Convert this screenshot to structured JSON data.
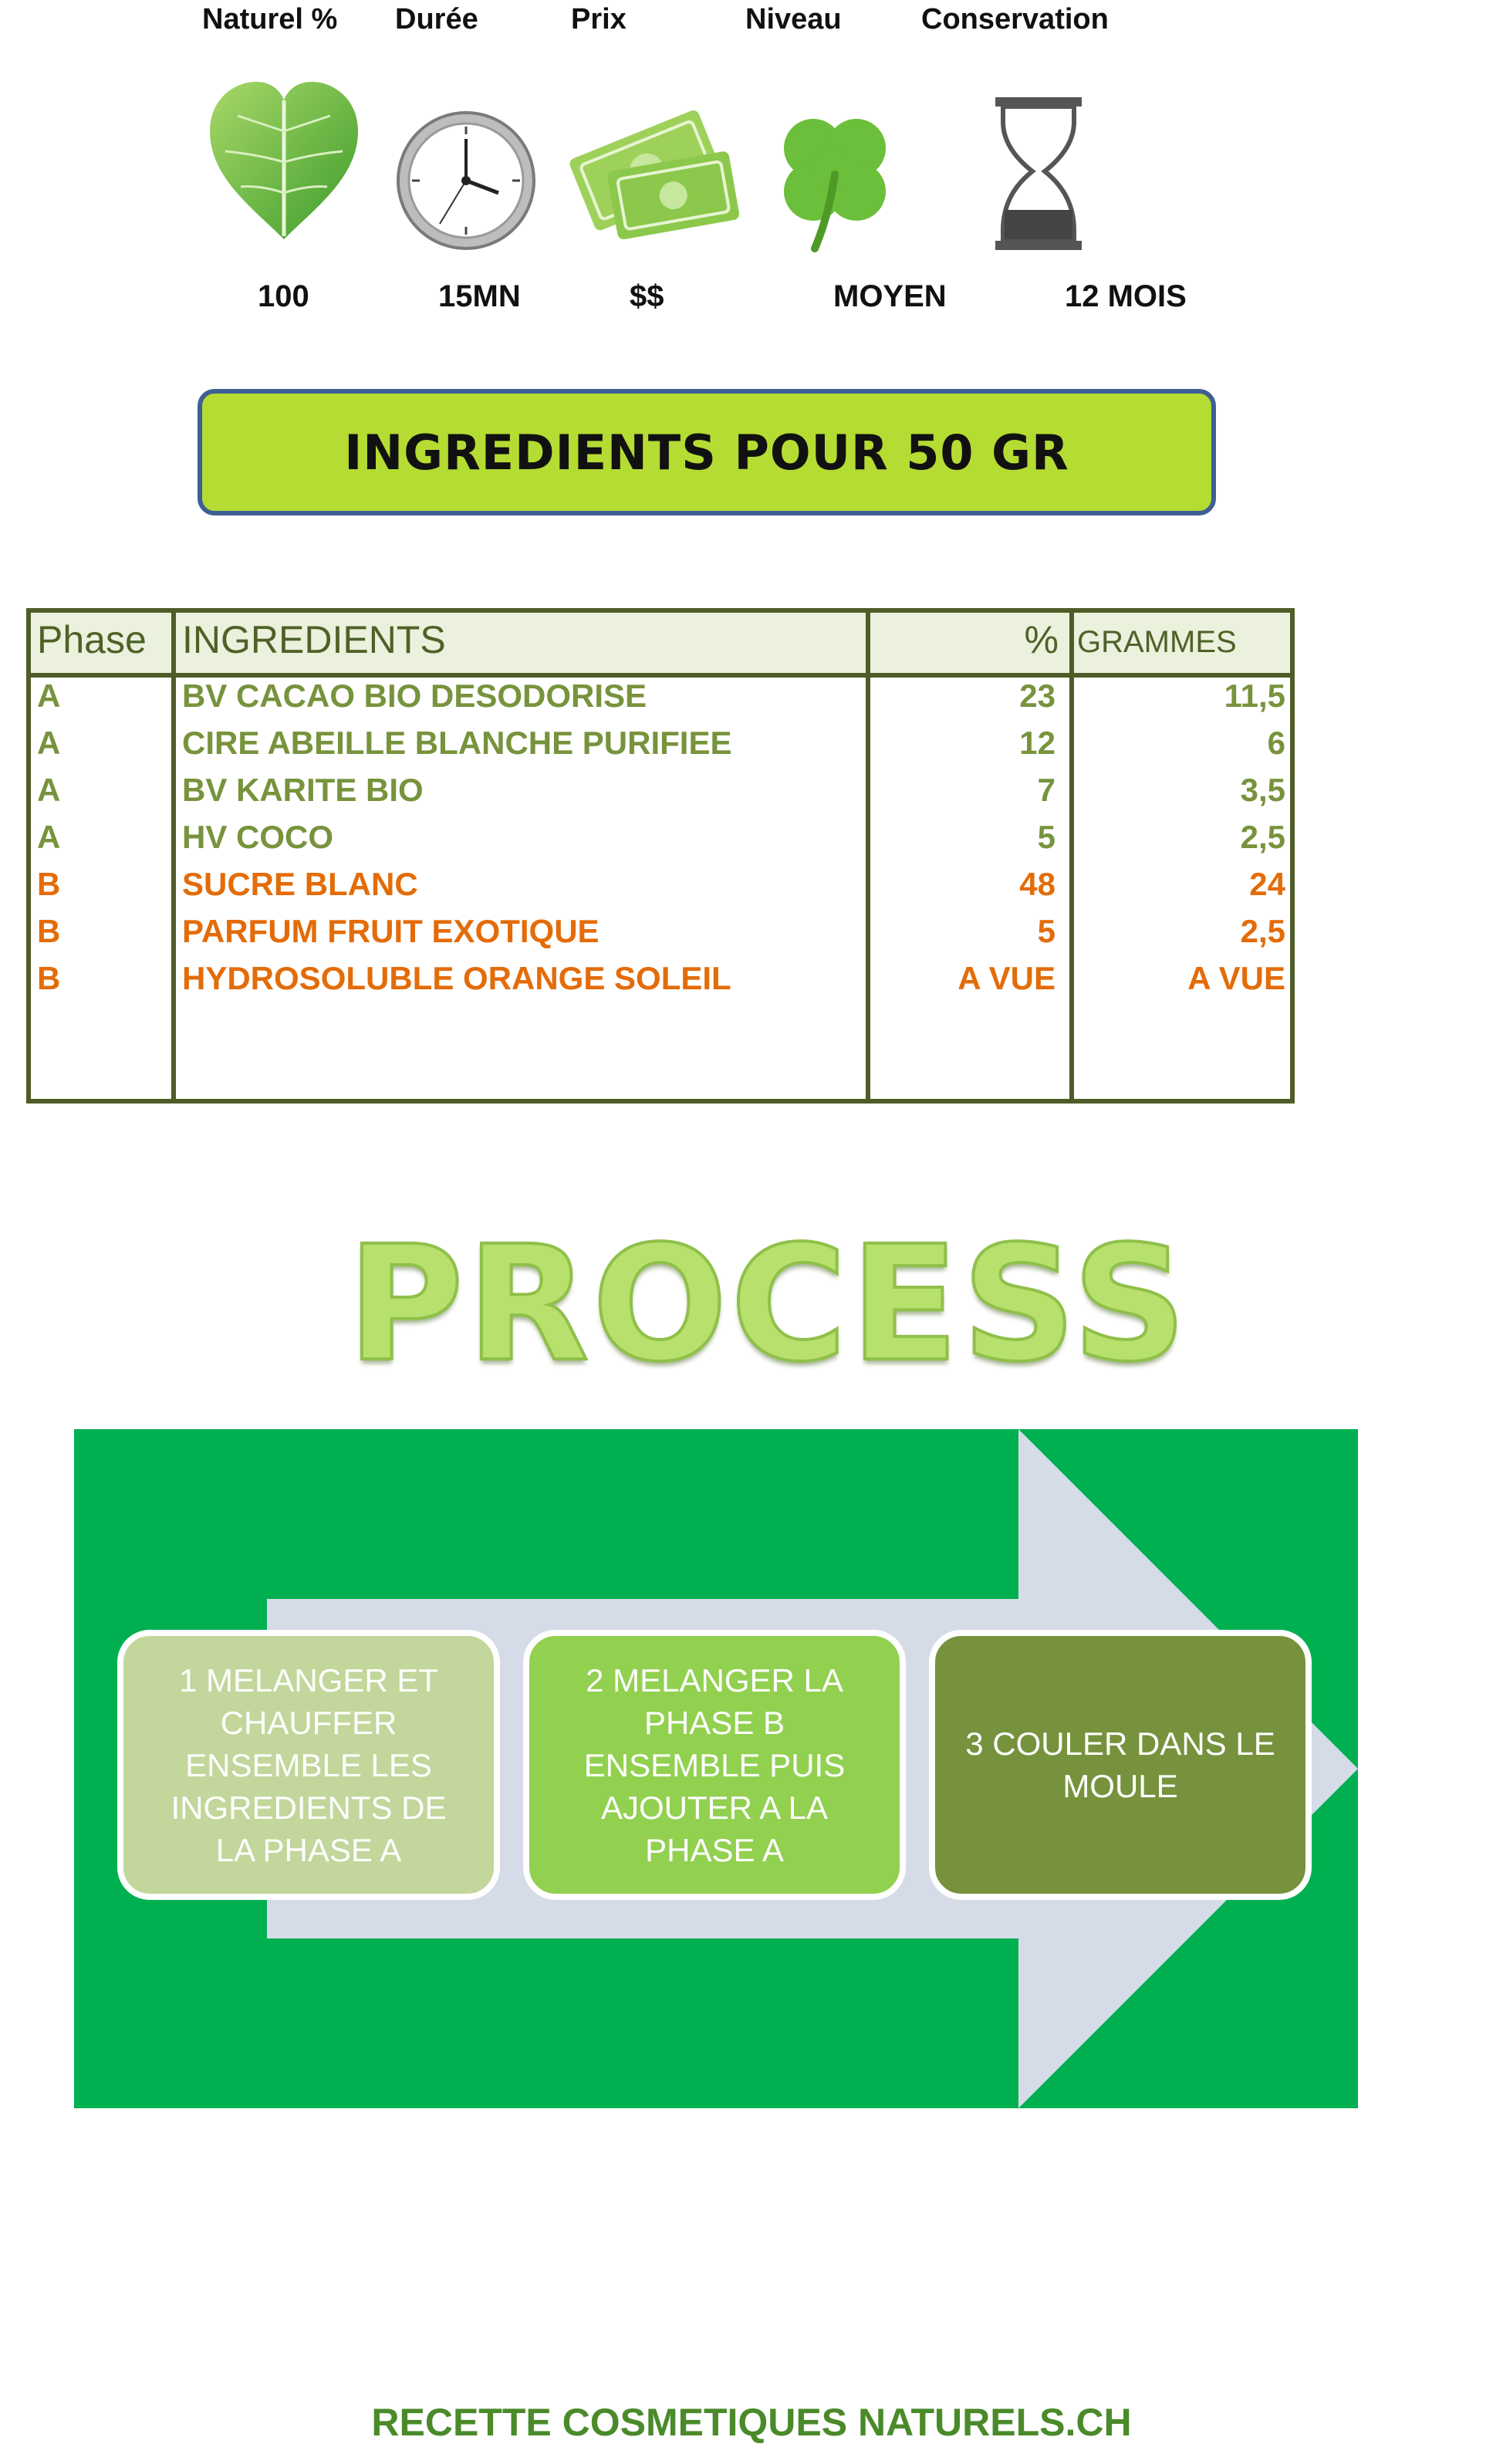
{
  "header": {
    "columns": [
      {
        "label": "Naturel %",
        "value": "100",
        "icon": "leaf-heart-icon"
      },
      {
        "label": "Durée",
        "value": "15MN",
        "icon": "clock-icon"
      },
      {
        "label": "Prix",
        "value": "$$",
        "icon": "money-icon"
      },
      {
        "label": "Niveau",
        "value": "MOYEN",
        "icon": "clover-icon"
      },
      {
        "label": "Conservation",
        "value": "12 MOIS",
        "icon": "hourglass-icon"
      }
    ]
  },
  "banner": {
    "title": "INGREDIENTS POUR 50 GR"
  },
  "table": {
    "headers": {
      "phase": "Phase",
      "ingredients": "INGREDIENTS",
      "percent": "%",
      "grams": "GRAMMES"
    },
    "rows": [
      {
        "phase": "A",
        "ingredient": "BV CACAO BIO DESODORISE",
        "percent": "23",
        "grams": "11,5"
      },
      {
        "phase": "A",
        "ingredient": "CIRE ABEILLE BLANCHE PURIFIEE",
        "percent": "12",
        "grams": "6"
      },
      {
        "phase": "A",
        "ingredient": "BV KARITE BIO",
        "percent": "7",
        "grams": "3,5"
      },
      {
        "phase": "A",
        "ingredient": "HV COCO",
        "percent": "5",
        "grams": "2,5"
      },
      {
        "phase": "B",
        "ingredient": "SUCRE BLANC",
        "percent": "48",
        "grams": "24"
      },
      {
        "phase": "B",
        "ingredient": "PARFUM FRUIT EXOTIQUE",
        "percent": "5",
        "grams": "2,5"
      },
      {
        "phase": "B",
        "ingredient": "HYDROSOLUBLE ORANGE SOLEIL",
        "percent": "A VUE",
        "grams": "A VUE"
      }
    ],
    "colors": {
      "phase_a": "#77933c",
      "phase_b": "#e36c09",
      "border": "#4e5c28",
      "header_bg": "#ebf1dd"
    }
  },
  "process": {
    "title": "PROCESS",
    "steps": [
      {
        "text": "1 MELANGER ET CHAUFFER ENSEMBLE LES INGREDIENTS DE LA PHASE A",
        "color": "#c3d69b"
      },
      {
        "text": "2 MELANGER LA PHASE B ENSEMBLE PUIS AJOUTER A LA PHASE A",
        "color": "#92d050"
      },
      {
        "text": "3 COULER DANS LE MOULE",
        "color": "#76923c"
      }
    ],
    "colors": {
      "background": "#00b050",
      "arrow": "#d5dce8"
    }
  },
  "footer": {
    "text": "RECETTE COSMETIQUES NATURELS.CH"
  }
}
